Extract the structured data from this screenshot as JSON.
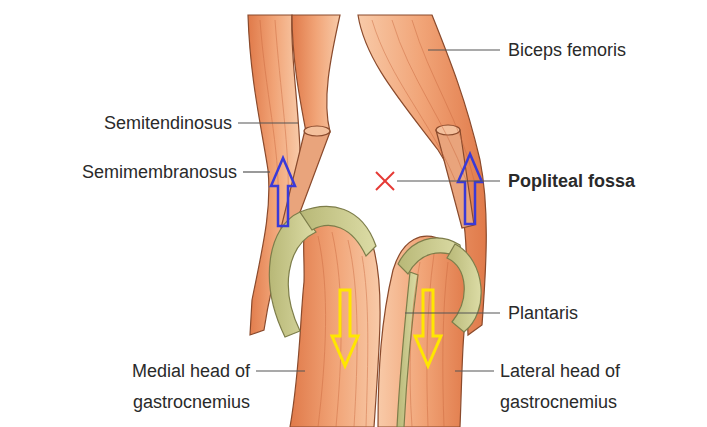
{
  "diagram": {
    "labels": [
      "Biceps femoris",
      "Semitendinosus",
      "Semimembranosus",
      "Popliteal fossa",
      "Plantaris",
      "Medial head of gastrocnemius",
      "Lateral head of gastrocnemius"
    ]
  }
}
